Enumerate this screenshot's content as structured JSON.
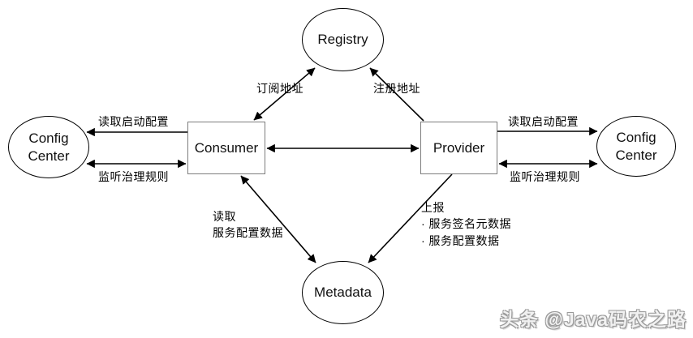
{
  "diagram": {
    "nodes": {
      "registry": {
        "label": "Registry",
        "shape": "ellipse"
      },
      "config_center_left": {
        "label": "Config\nCenter",
        "shape": "ellipse"
      },
      "consumer": {
        "label": "Consumer",
        "shape": "rect"
      },
      "provider": {
        "label": "Provider",
        "shape": "rect"
      },
      "config_center_right": {
        "label": "Config\nCenter",
        "shape": "ellipse"
      },
      "metadata": {
        "label": "Metadata",
        "shape": "ellipse"
      }
    },
    "edges": {
      "consumer_registry": {
        "label": "订阅地址",
        "direction": "both"
      },
      "provider_registry": {
        "label": "注册地址",
        "direction": "to-registry"
      },
      "consumer_config_read": {
        "label": "读取启动配置",
        "direction": "to-config-center"
      },
      "consumer_config_listen": {
        "label": "监听治理规则",
        "direction": "both"
      },
      "consumer_provider": {
        "direction": "both"
      },
      "provider_config_read": {
        "label": "读取启动配置",
        "direction": "to-config-center"
      },
      "provider_config_listen": {
        "label": "监听治理规则",
        "direction": "both"
      },
      "consumer_metadata": {
        "label": "读取\n服务配置数据",
        "direction": "both"
      },
      "provider_metadata": {
        "label": "上报\n· 服务签名元数据\n· 服务配置数据",
        "direction": "to-metadata"
      }
    },
    "colors": {
      "line": "#000000",
      "ellipse_border": "#000000",
      "box_border": "#7d7d7d",
      "background": "#ffffff",
      "watermark": "#9a9a9a"
    }
  },
  "watermark": {
    "text": "头条 @Java码农之路"
  }
}
